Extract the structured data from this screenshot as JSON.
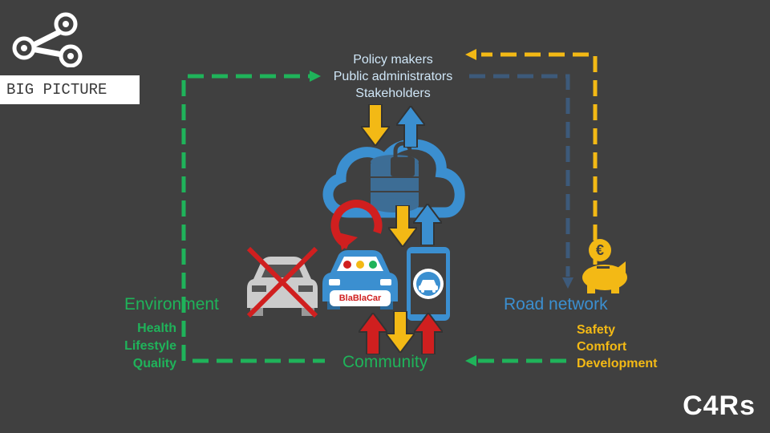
{
  "badge": {
    "text": "BIG PICTURE"
  },
  "stakeholders": {
    "lines": [
      "Policy makers",
      "Public administrators",
      "Stakeholders"
    ]
  },
  "environment": {
    "title": "Environment",
    "items": [
      "Health",
      "Lifestyle",
      "Quality"
    ]
  },
  "road_network": {
    "title": "Road network",
    "items": [
      "Safety",
      "Comfort",
      "Development"
    ]
  },
  "community": {
    "title": "Community"
  },
  "blablacar": {
    "text": "BlaBlaCar"
  },
  "currency": {
    "symbol": "€"
  },
  "logo": {
    "text": "C4Rs"
  },
  "colors": {
    "green": "#1fb35a",
    "yellow": "#f3b915",
    "blue": "#3b8fd0",
    "slate": "#3d5a7a",
    "red": "#d01f1f"
  },
  "icons": [
    "share-icon",
    "cloud-database-icon",
    "lock-icon",
    "refresh-icon",
    "car-icon",
    "carpool-car-icon",
    "smartphone-icon",
    "piggy-bank-icon"
  ]
}
